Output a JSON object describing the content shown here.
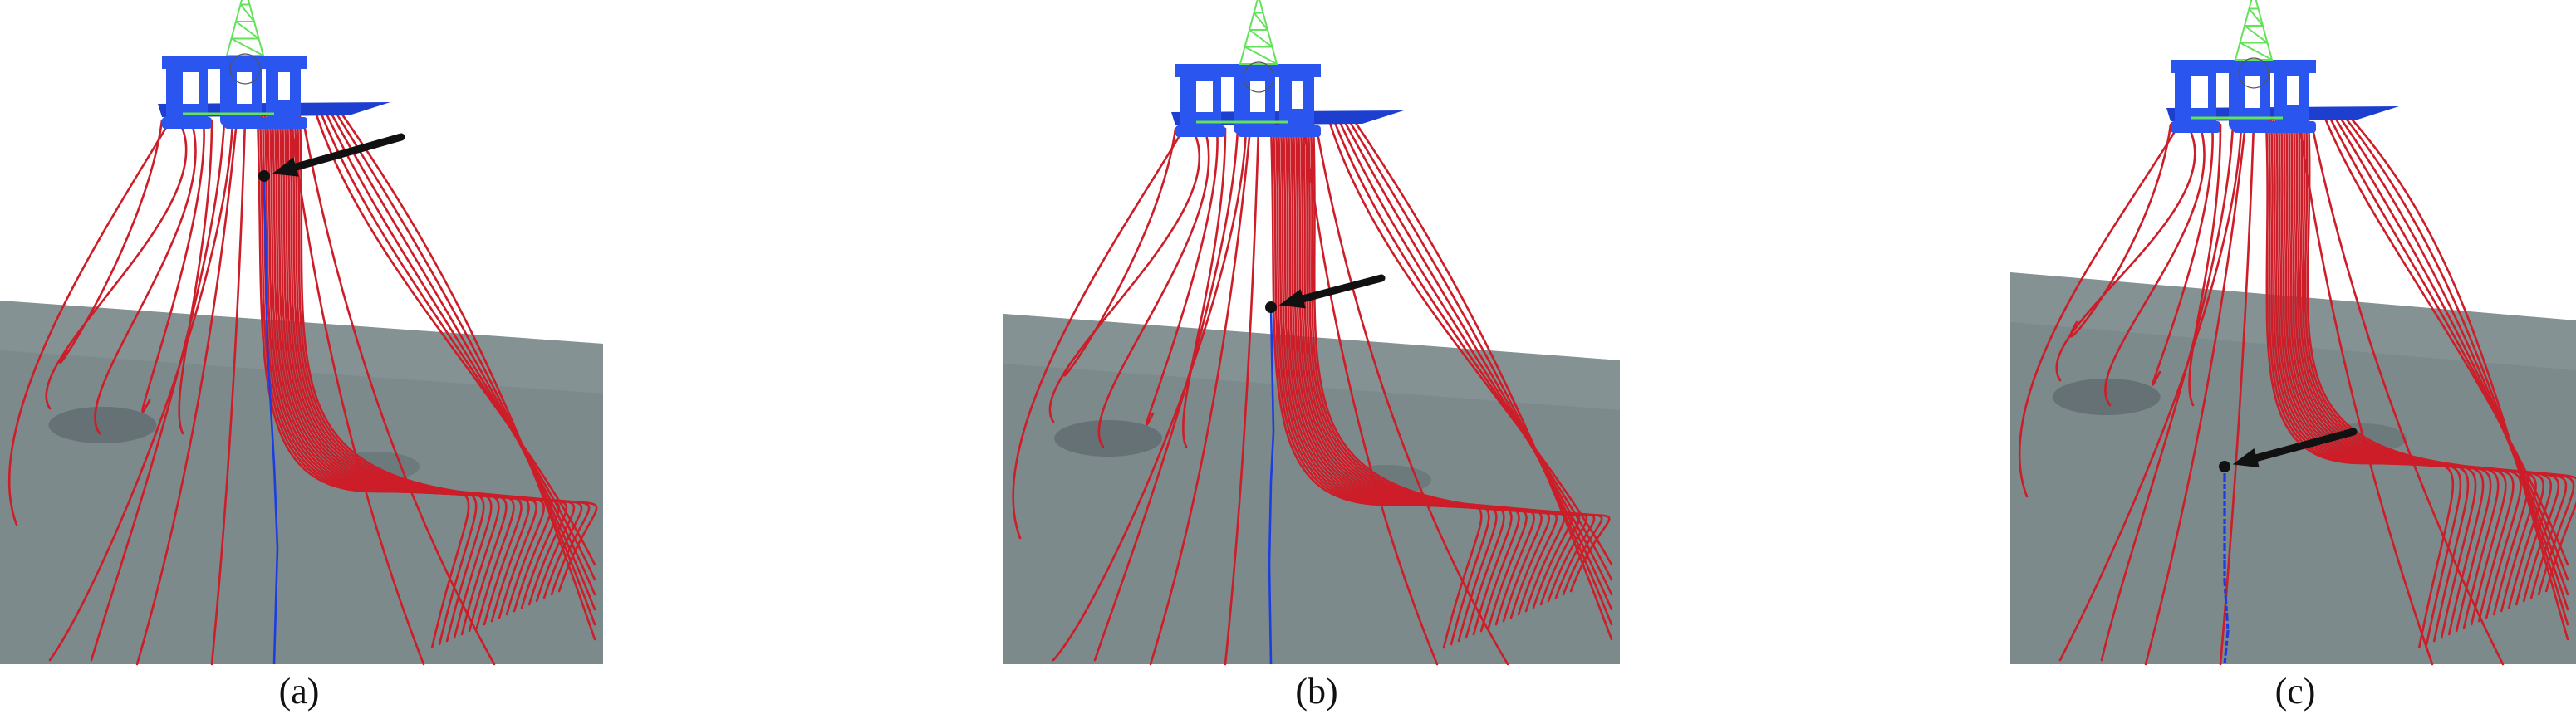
{
  "panels": [
    {
      "label": "(a)"
    },
    {
      "label": "(b)"
    },
    {
      "label": "(c)"
    }
  ],
  "colors": {
    "seabed": "#7d8a8c",
    "seabed_shadow": "#5b6769",
    "platform": "#2a55ee",
    "derrick": "#63e25a",
    "riser": "#cc1d28",
    "dropped_object_path": "#1c3ee0",
    "marker": "#111111",
    "background": "#ffffff"
  },
  "icons": {
    "platform": "semi-submersible-platform-icon",
    "derrick": "derrick-tower-icon",
    "arrow": "pointer-arrow-icon",
    "object": "dropped-object-marker-icon"
  }
}
